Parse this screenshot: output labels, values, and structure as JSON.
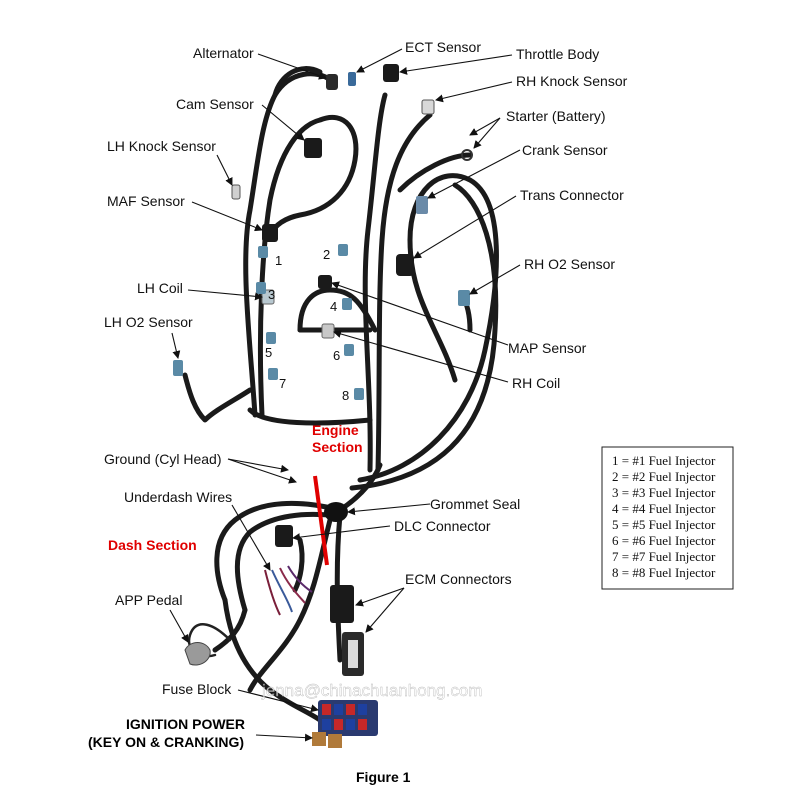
{
  "colors": {
    "section_label": "#e00000",
    "wire": "#1a1a1a",
    "connector_blue": "#5a8aa6",
    "fuse_block": "#2a3a70"
  },
  "callouts": {
    "alternator": "Alternator",
    "ect_sensor": "ECT Sensor",
    "throttle_body": "Throttle Body",
    "rh_knock_sensor": "RH Knock Sensor",
    "cam_sensor": "Cam Sensor",
    "starter_battery": "Starter (Battery)",
    "lh_knock_sensor": "LH Knock Sensor",
    "crank_sensor": "Crank Sensor",
    "maf_sensor": "MAF Sensor",
    "trans_connector": "Trans Connector",
    "rh_o2_sensor": "RH O2 Sensor",
    "lh_coil": "LH Coil",
    "lh_o2_sensor": "LH O2 Sensor",
    "map_sensor": "MAP Sensor",
    "rh_coil": "RH Coil",
    "ground_cyl_head": "Ground (Cyl Head)",
    "grommet_seal": "Grommet Seal",
    "underdash_wires": "Underdash Wires",
    "dlc_connector": "DLC Connector",
    "ecm_connectors": "ECM Connectors",
    "app_pedal": "APP Pedal",
    "fuse_block": "Fuse Block",
    "ignition_power_line1": "IGNITION POWER",
    "ignition_power_line2": "(KEY ON & CRANKING)"
  },
  "sections": {
    "engine_line1": "Engine",
    "engine_line2": "Section",
    "dash": "Dash Section"
  },
  "injector_numbers": {
    "n1": "1",
    "n2": "2",
    "n3": "3",
    "n4": "4",
    "n5": "5",
    "n6": "6",
    "n7": "7",
    "n8": "8"
  },
  "legend": [
    "1 = #1 Fuel Injector",
    "2 = #2 Fuel Injector",
    "3 = #3 Fuel Injector",
    "4 = #4 Fuel Injector",
    "5 = #5 Fuel Injector",
    "6 = #6 Fuel Injector",
    "7 = #7 Fuel Injector",
    "8 = #8 Fuel Injector"
  ],
  "watermark": "jenna@chinachuanhong.com",
  "caption": "Figure 1"
}
